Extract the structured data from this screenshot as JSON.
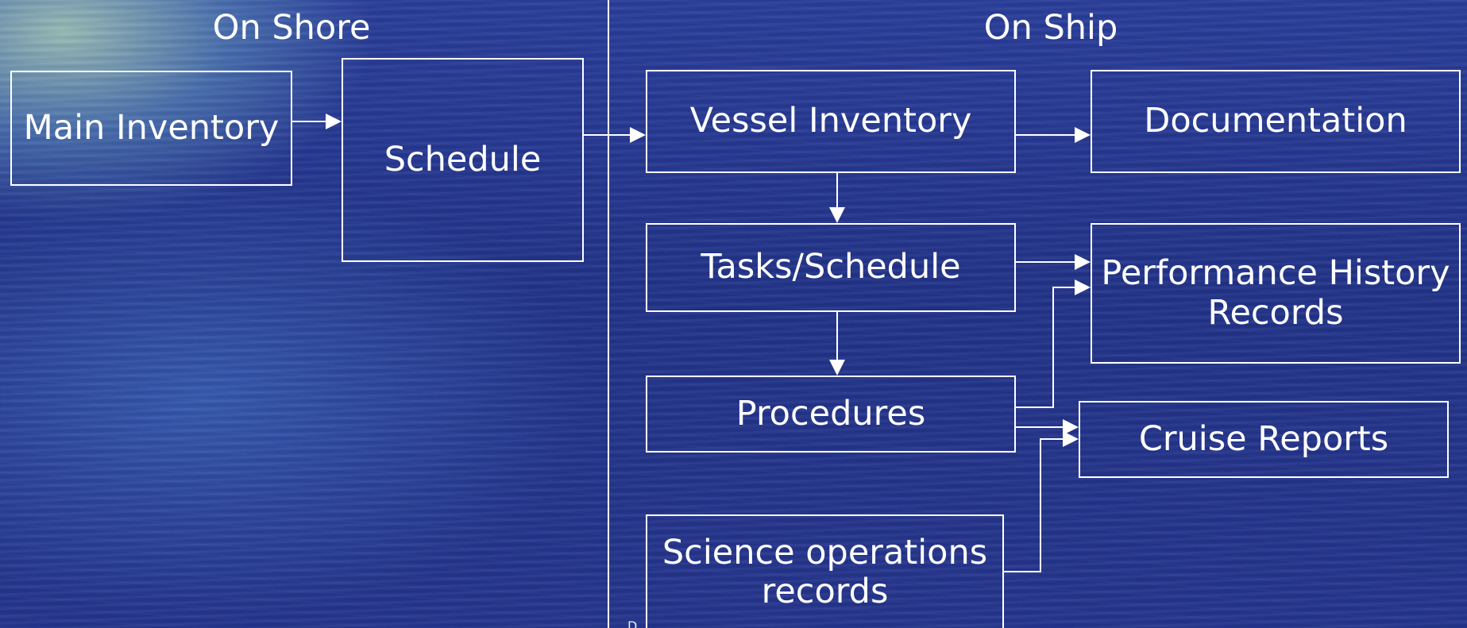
{
  "sections": {
    "shore_heading": "On Shore",
    "ship_heading": "On Ship"
  },
  "nodes": {
    "main_inventory": "Main Inventory",
    "schedule": "Schedule",
    "vessel_inventory": "Vessel Inventory",
    "documentation": "Documentation",
    "tasks_schedule": "Tasks/Schedule",
    "performance_line1": "Performance History",
    "performance_line2": "Records",
    "procedures": "Procedures",
    "cruise_reports": "Cruise Reports",
    "science_line1": "Science operations",
    "science_line2": "records"
  },
  "footer_text": "D...",
  "colors": {
    "line": "#ffffff",
    "text": "#ffffff"
  }
}
